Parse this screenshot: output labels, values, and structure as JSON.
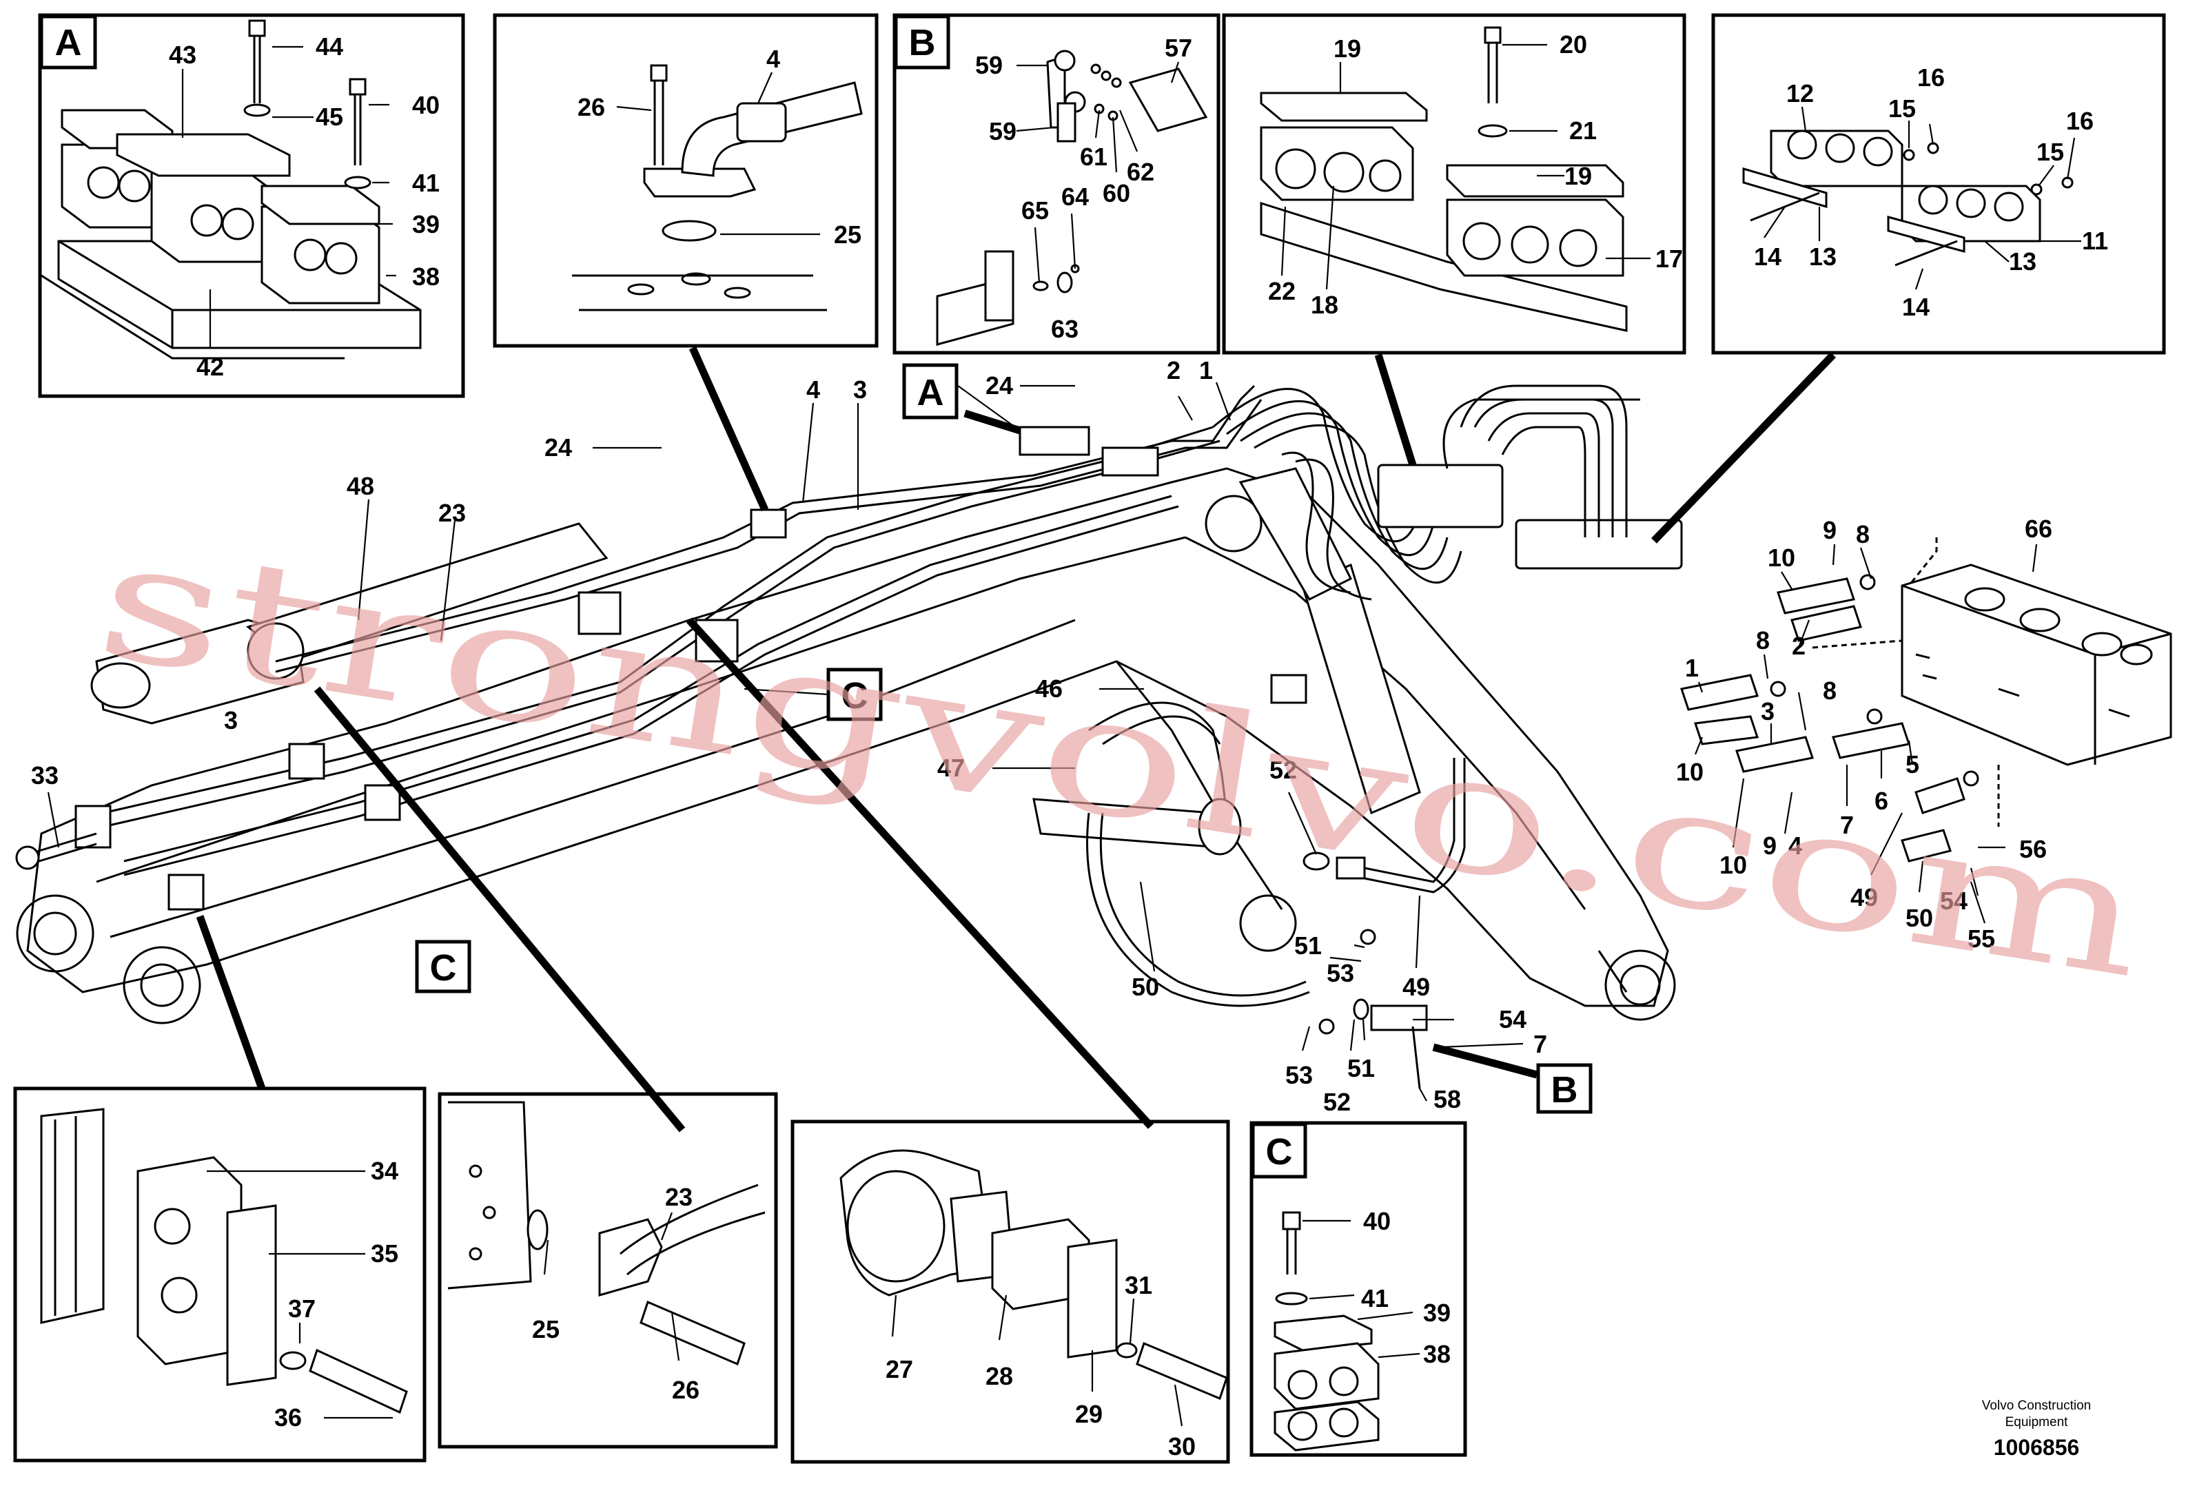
{
  "footer": {
    "company_line1": "Volvo Construction",
    "company_line2": "Equipment",
    "drawing_number": "1006856"
  },
  "watermark": "strongvolvo.com",
  "panel_tags": {
    "A_detail": "A",
    "B_detail": "B",
    "C_detail": "C",
    "A_callout": "A",
    "B_callout": "B",
    "C_callout_upper": "C",
    "C_callout_lower": "C"
  },
  "labels": {
    "a_43": "43",
    "a_44": "44",
    "a_45": "45",
    "a_40": "40",
    "a_41": "41",
    "a_39": "39",
    "a_38": "38",
    "a_42": "42",
    "f2_26": "26",
    "f2_4": "4",
    "f2_25": "25",
    "b_59a": "59",
    "b_59b": "59",
    "b_57": "57",
    "b_61": "61",
    "b_60": "60",
    "b_62": "62",
    "b_65": "65",
    "b_64": "64",
    "b_63": "63",
    "f4_19a": "19",
    "f4_20": "20",
    "f4_21": "21",
    "f4_19b": "19",
    "f4_17": "17",
    "f4_22": "22",
    "f4_18": "18",
    "f5_12": "12",
    "f5_16a": "16",
    "f5_15a": "15",
    "f5_16b": "16",
    "f5_15b": "15",
    "f5_11": "11",
    "f5_14a": "14",
    "f5_13a": "13",
    "f5_13b": "13",
    "f5_14b": "14",
    "m_24a": "24",
    "m_2": "2",
    "m_1": "1",
    "m_4": "4",
    "m_3": "3",
    "m_24b": "24",
    "m_48": "48",
    "m_23": "23",
    "m_3x": "3",
    "m_33": "33",
    "m_46": "46",
    "m_47": "47",
    "m_52a": "52",
    "m_51a": "51",
    "m_53a": "53",
    "m_50": "50",
    "m_49": "49",
    "m_54": "54",
    "m_7x": "7",
    "m_53b": "53",
    "m_52b": "52",
    "m_51b": "51",
    "m_58": "58",
    "v_66": "66",
    "v_10a": "10",
    "v_9a": "9",
    "v_8a": "8",
    "v_1": "1",
    "v_8b": "8",
    "v_2": "2",
    "v_10b": "10",
    "v_3": "3",
    "v_8c": "8",
    "v_5": "5",
    "v_6": "6",
    "v_7": "7",
    "v_10c": "10",
    "v_9b": "9",
    "v_4": "4",
    "v_56": "56",
    "v_49": "49",
    "v_50": "50",
    "v_54": "54",
    "v_55": "55",
    "l1_34": "34",
    "l1_35": "35",
    "l1_37": "37",
    "l1_36": "36",
    "l2_23": "23",
    "l2_25": "25",
    "l2_26": "26",
    "l3_31": "31",
    "l3_27": "27",
    "l3_28": "28",
    "l3_29": "29",
    "l3_30": "30",
    "c_40": "40",
    "c_41": "41",
    "c_39": "39",
    "c_38": "38"
  }
}
